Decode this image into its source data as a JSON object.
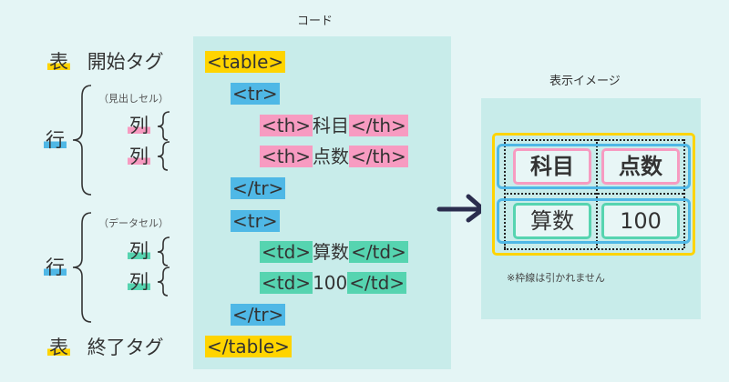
{
  "code_title": "コード",
  "preview_title": "表示イメージ",
  "left": {
    "table_label": "表",
    "start_tag_label": "開始タグ",
    "end_tag_label": "終了タグ",
    "row_label": "行",
    "column_label": "列",
    "row1_note": "（見出しセル）",
    "row2_note": "（データセル）"
  },
  "code": {
    "table_open": "<table>",
    "tr_open": "<tr>",
    "tr_close": "</tr>",
    "th_open": "<th>",
    "th_close": "</th>",
    "td_open": "<td>",
    "td_close": "</td>",
    "table_close": "</table>"
  },
  "table": {
    "headers": [
      "科目",
      "点数"
    ],
    "rows": [
      [
        "算数",
        "100"
      ]
    ]
  },
  "note": "※枠線は引かれません",
  "colors": {
    "table": "#ffd400",
    "tr": "#4fb8e6",
    "th": "#f79bc1",
    "td": "#56d4b0",
    "panel": "#c8ecea",
    "background": "#e4f5f5"
  }
}
